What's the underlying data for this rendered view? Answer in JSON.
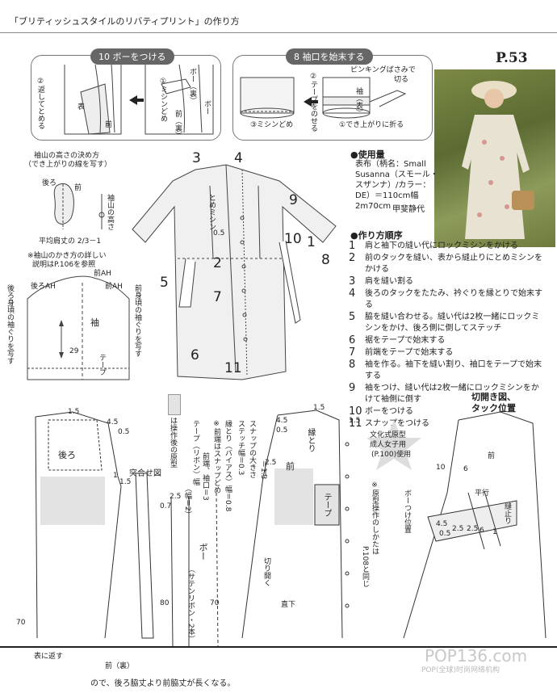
{
  "header": {
    "title": "「ブリティッシュスタイルのリバティプリント」の作り方"
  },
  "page_number": "P.53",
  "step10": {
    "title": "10 ボーをつける",
    "left_label_1": "②返してとめる",
    "left_label_2": "表",
    "left_label_3": "前",
    "right_label_1": "①ミシンどめ",
    "right_label_2": "ボー（裏）",
    "right_label_3": "前（裏）",
    "right_label_4": "ボー"
  },
  "step8": {
    "title": "8 袖口を始末する",
    "label_1": "ピンキングばさみで",
    "label_1b": "切る",
    "label_2": "②テープをのせる",
    "label_3": "③ミシンどめ",
    "label_4": "①でき上がりに折る",
    "label_5": "袖（表）"
  },
  "sleeve_height": {
    "title": "袖山の高さの決め方",
    "subtitle": "（でき上がりの線を写す）",
    "back": "後ろ",
    "front": "前",
    "cap_height": "袖山の高さ",
    "formula": "平均肩丈の",
    "formula_frac": "2/3",
    "formula_tail": "－1",
    "note_1": "※袖山のかき方の詳しい",
    "note_2": "説明はP.106を参照"
  },
  "sleeve_pattern": {
    "front_ah": "前AH",
    "back_ah": "後ろAH",
    "front_ah2": "前AH",
    "back_note": "後ろ身頃の袖ぐりを写す",
    "front_note": "前身頃の袖ぐりを写す",
    "label": "袖",
    "tape": "テープ",
    "length": "29"
  },
  "garment_numbers": [
    "3",
    "4",
    "9",
    "10",
    "1",
    "8",
    "2",
    "5",
    "7",
    "6",
    "11"
  ],
  "garment_labels": {
    "stitch": "とめミシン",
    "val": "0.5"
  },
  "materials": {
    "heading": "●使用量",
    "text": "表布（柄名：Small Susanna（スモール・スザンナ）/カラー：DE）＝110cm幅2m70cm",
    "author": "甲斐静代"
  },
  "steps_heading": "●作り方順序",
  "steps": [
    {
      "n": "1",
      "t": "肩と袖下の縫い代にロックミシンをかける"
    },
    {
      "n": "2",
      "t": "前のタックを縫い、表から縫止りにとめミシンをかける"
    },
    {
      "n": "3",
      "t": "肩を縫い割る"
    },
    {
      "n": "4",
      "t": "後ろのタックをたたみ、衿ぐりを縁とりで始末する"
    },
    {
      "n": "5",
      "t": "脇を縫い合わせる。縫い代は2枚一緒にロックミシンをかけ、後ろ側に倒してステッチ"
    },
    {
      "n": "6",
      "t": "裾をテープで始末する"
    },
    {
      "n": "7",
      "t": "前端をテープで始末する"
    },
    {
      "n": "8",
      "t": "袖を作る。袖下を縫い割り、袖口をテープで始末する"
    },
    {
      "n": "9",
      "t": "袖をつけ、縫い代は2枚一緒にロックミシンをかけて袖側に倒す"
    },
    {
      "n": "10",
      "t": "ボーをつける"
    },
    {
      "n": "11",
      "t": "スナップをつける"
    }
  ],
  "pattern_notes": {
    "col1": "は操作後の原型",
    "col2a": "テープ（リボン）幅",
    "col2b": "前端、袖口＝3",
    "col2c": "（幅＝2）",
    "col3a": "※前端はスナップどめ",
    "col3b": "縁とり（バイアス）幅＝0.8",
    "col4a": "スナップの大きさ",
    "col4b": "ステッチ幅＝0.3",
    "col4c": "＝1.3"
  },
  "back_panel": {
    "label": "後ろ",
    "v1": "1.5",
    "v2": "4.5",
    "v3": "0.5",
    "v4": "1",
    "v5": "1.5",
    "v6": "70"
  },
  "match": {
    "label": "突合せ図",
    "v1": "2.5",
    "v2": "0.7",
    "v3": "80",
    "bow": "ボー",
    "bow_sub": "（サテンリボン・2本）"
  },
  "front_panel": {
    "label": "前",
    "v1": "1.5",
    "v2": "4.5",
    "v3": "0.5",
    "v4": "2.5",
    "v5": "1",
    "binding": "縁とり",
    "tape": "テープ",
    "cut": "切り開く",
    "straight": "直下",
    "v6": "70",
    "v7": "1.5"
  },
  "badge": {
    "l1": "文化式原型",
    "l2": "成人女子用",
    "l3": "(P.100)使用"
  },
  "ref_note": {
    "a": "※原型操作のしかたは",
    "b": "P.108と同じ"
  },
  "right_diagram": {
    "title1": "切開き図、",
    "title2": "タック位置",
    "front": "前",
    "v1": "10",
    "v2": "6",
    "bow_pos": "ボーつけ位置",
    "parallel": "平行",
    "stop": "縫止り",
    "n1": "4.5",
    "n2": "2.5",
    "n3": "0.5",
    "n4": "2.5",
    "n5": "6",
    "n6": "1"
  },
  "footer": {
    "text": "ので、後ろ脇丈より前脇丈が長くなる。",
    "side1": "表に返す",
    "side2": "前（裏）"
  },
  "watermark": {
    "main": "POP136.com",
    "sub": "POP(全球)时尚网络机构"
  }
}
